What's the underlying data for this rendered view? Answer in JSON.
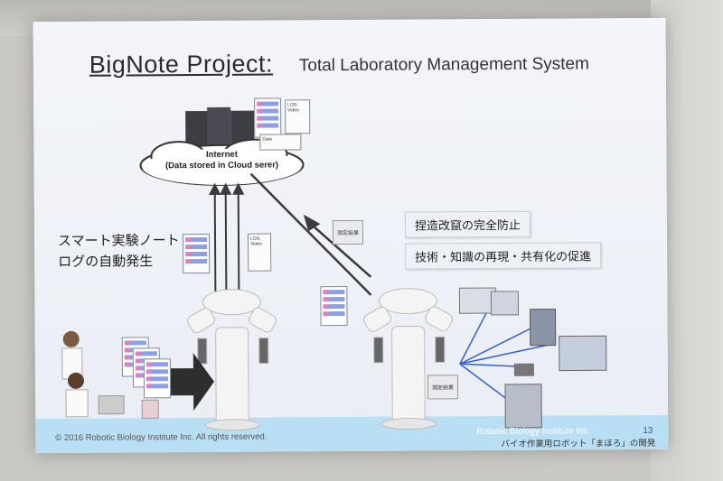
{
  "slide": {
    "title": "BigNote Project:",
    "subtitle": "Total Laboratory Management System",
    "cloud_line1": "Internet",
    "cloud_line2": "(Data stored in Cloud serer)",
    "jp_left_line1": "スマート実験ノート",
    "jp_left_line2": "ログの自動発生",
    "jp_box1": "捏造改竄の完全防止",
    "jp_box2": "技術・知識の再現・共有化の促進",
    "measure_label": "測定結果",
    "note_log": "LOG",
    "note_video": "Video",
    "note_tag": "Data",
    "copyright": "© 2016 Robotic Biology Institute Inc. All rights reserved.",
    "institute": "Robotic Biology Institute Inc.",
    "page_number": "13",
    "jp_footer": "バイオ作業用ロボット「まほろ」の開発"
  },
  "colors": {
    "slide_bg": "#eef1f7",
    "floor": "#b9dff4",
    "arrow": "#3a3a3a",
    "line_blue": "#2f5fd0"
  }
}
